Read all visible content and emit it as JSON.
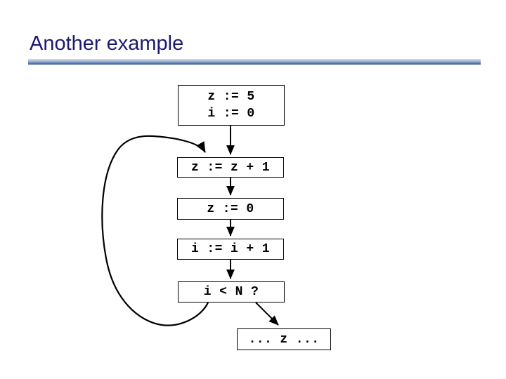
{
  "slide": {
    "title": "Another example"
  },
  "flowchart": {
    "nodes": [
      {
        "id": "init",
        "lines": [
          "z := 5",
          "i := 0"
        ]
      },
      {
        "id": "increment-z",
        "label": "z := z + 1"
      },
      {
        "id": "reset-z",
        "label": "z := 0"
      },
      {
        "id": "increment-i",
        "label": "i := i + 1"
      },
      {
        "id": "loop-condition",
        "label": "i < N ?"
      },
      {
        "id": "after-loop",
        "label": "... z ..."
      }
    ],
    "edges": [
      "init -> increment-z",
      "increment-z -> reset-z",
      "reset-z -> increment-i",
      "increment-i -> loop-condition",
      "loop-condition -> after-loop",
      "loop-condition -> increment-z (loop back)"
    ]
  },
  "theme": {
    "background": "#ffffff",
    "title_color": "#1a1a70",
    "rule_gradient_top": "#d3dcea",
    "rule_gradient_bottom": "#2e4c84",
    "box_border_color": "#000000",
    "arrow_color": "#000000"
  }
}
